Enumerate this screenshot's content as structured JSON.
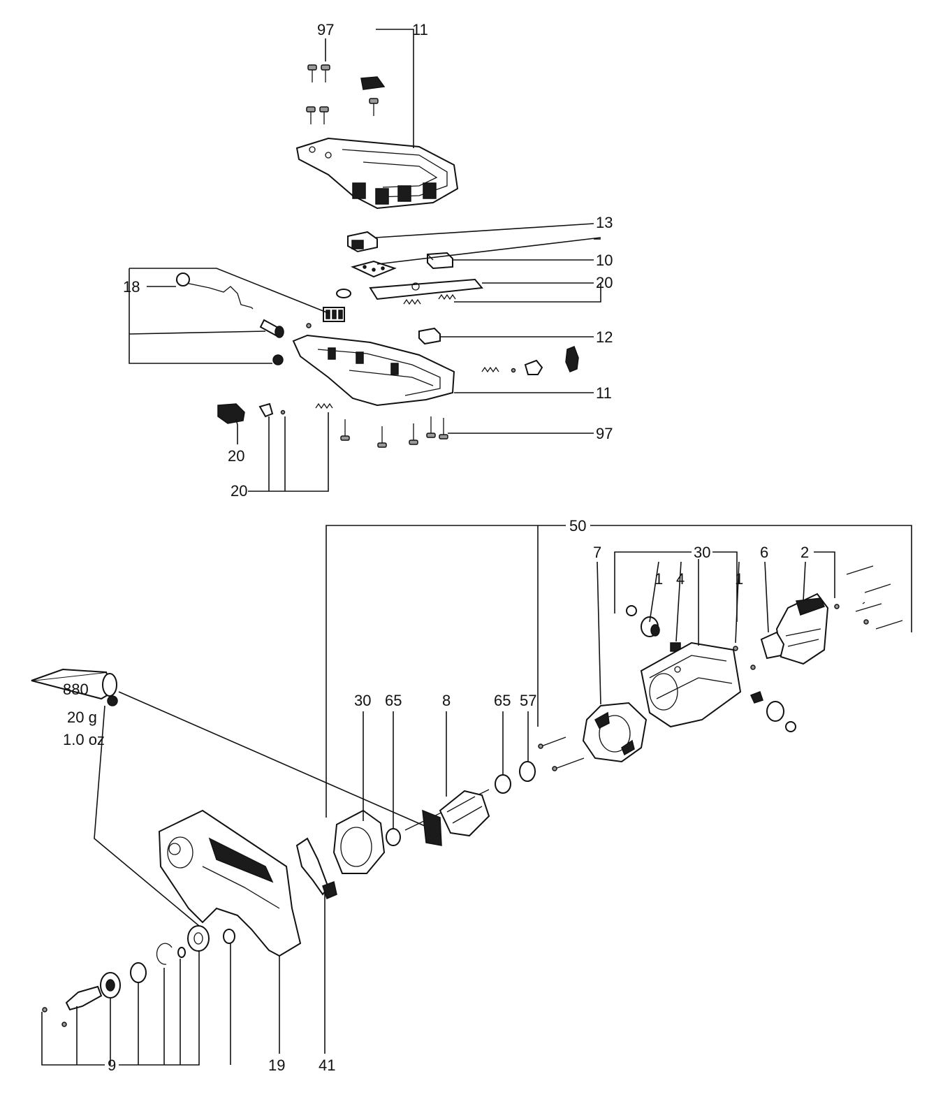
{
  "callouts": {
    "top_97": "97",
    "top_11": "11",
    "c13": "13",
    "c10": "10",
    "c20_right": "20",
    "c18": "18",
    "c12": "12",
    "c11_lower": "11",
    "c97_lower": "97",
    "c20_bottom_left": "20",
    "c20_bottom": "20",
    "c50": "50",
    "c30_top": "30",
    "c7": "7",
    "c6": "6",
    "c2": "2",
    "c1_left": "1",
    "c4": "4",
    "c1_right": "1",
    "c30_mid": "30",
    "c65_left": "65",
    "c8": "8",
    "c65_right": "65",
    "c57": "57",
    "c9": "9",
    "c19": "19",
    "c41": "41"
  },
  "grease_tube": {
    "code": "880",
    "weight": "20 g",
    "weight_imperial": "1.0 oz"
  }
}
